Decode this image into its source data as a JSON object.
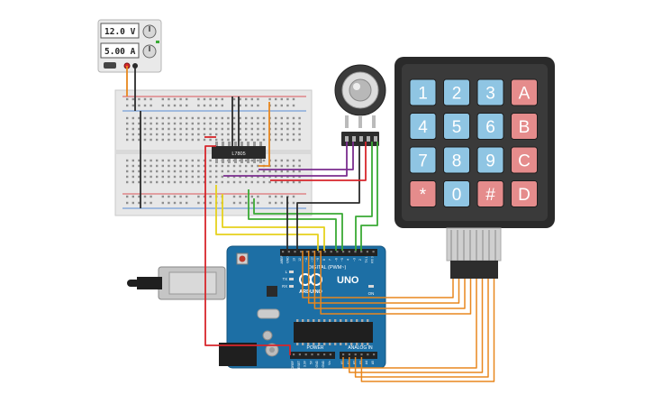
{
  "power_supply": {
    "voltage": "12.0 V",
    "current": "5.00 A"
  },
  "regulator": {
    "label": "L7805"
  },
  "arduino": {
    "board_name": "UNO",
    "brand": "ARDUINO",
    "header_digital": "DIGITAL (PWM~)",
    "header_power": "POWER",
    "header_analog": "ANALOG IN",
    "pin_labels_top": [
      "AREF",
      "GND",
      "13",
      "12",
      "~11",
      "~10",
      "~9",
      "8",
      "7",
      "~6",
      "~5",
      "4",
      "~3",
      "2",
      "TX 1",
      "RX 0"
    ],
    "pin_labels_power": [
      "IOREF",
      "RESET",
      "3.3V",
      "5V",
      "GND",
      "GND",
      "Vin"
    ],
    "pin_labels_analog": [
      "A0",
      "A1",
      "A2",
      "A3",
      "A4",
      "A5"
    ],
    "led_labels": [
      "L",
      "TX",
      "RX"
    ],
    "on_label": "ON"
  },
  "keypad": {
    "keys": [
      [
        "1",
        "2",
        "3",
        "A"
      ],
      [
        "4",
        "5",
        "6",
        "B"
      ],
      [
        "7",
        "8",
        "9",
        "C"
      ],
      [
        "*",
        "0",
        "#",
        "D"
      ]
    ]
  },
  "colors": {
    "wire_orange": "#e8871e",
    "wire_green": "#3aaa35",
    "wire_purple": "#7b2d8e",
    "wire_yellow": "#e6d11d",
    "wire_red": "#d7262b",
    "wire_black": "#2b2b2b",
    "arduino_blue": "#1d6fa5",
    "key_blue": "#8fc5e3",
    "key_red": "#e58c8c"
  }
}
